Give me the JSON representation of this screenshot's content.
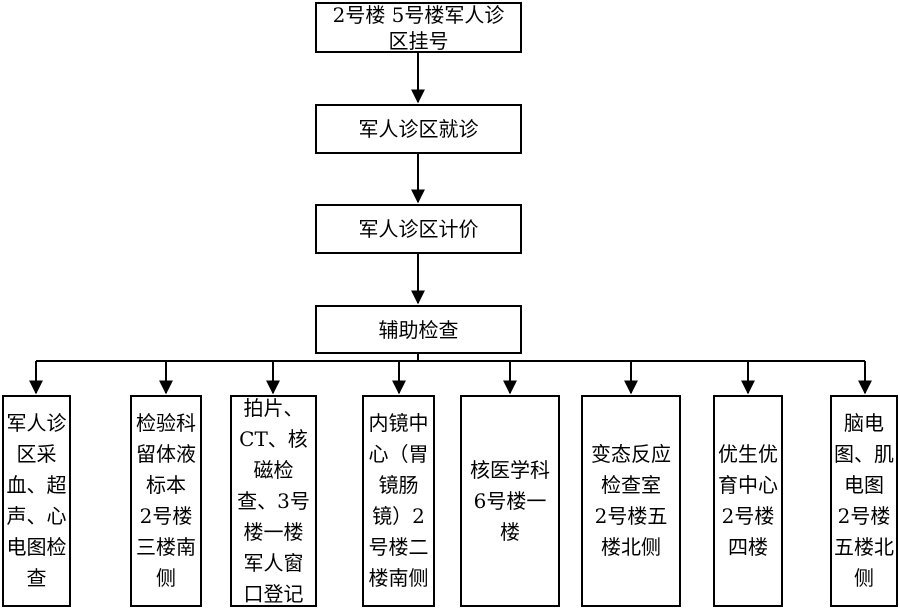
{
  "nodes": {
    "registration": "2号楼 5号楼军人诊\n区挂号",
    "consultation": "军人诊区就诊",
    "pricing": "军人诊区计价",
    "auxiliary": "辅助检查"
  },
  "branches": [
    "军人诊\n区采\n血、超\n声、心\n电图检\n查",
    "检验科\n留体液\n标本\n2号楼\n三楼南\n侧",
    "拍片、\nCT、核\n磁检\n查、3号\n楼一楼\n军人窗\n口登记",
    "内镜中\n心（胃\n镜肠\n镜）2\n号楼二\n楼南侧",
    "核医学科\n6号楼一\n楼",
    "变态反应\n检查室\n2号楼五\n楼北侧",
    "优生优\n育中心\n2号楼\n四楼",
    "脑电\n图、肌\n电图\n2号楼\n五楼北\n侧"
  ]
}
